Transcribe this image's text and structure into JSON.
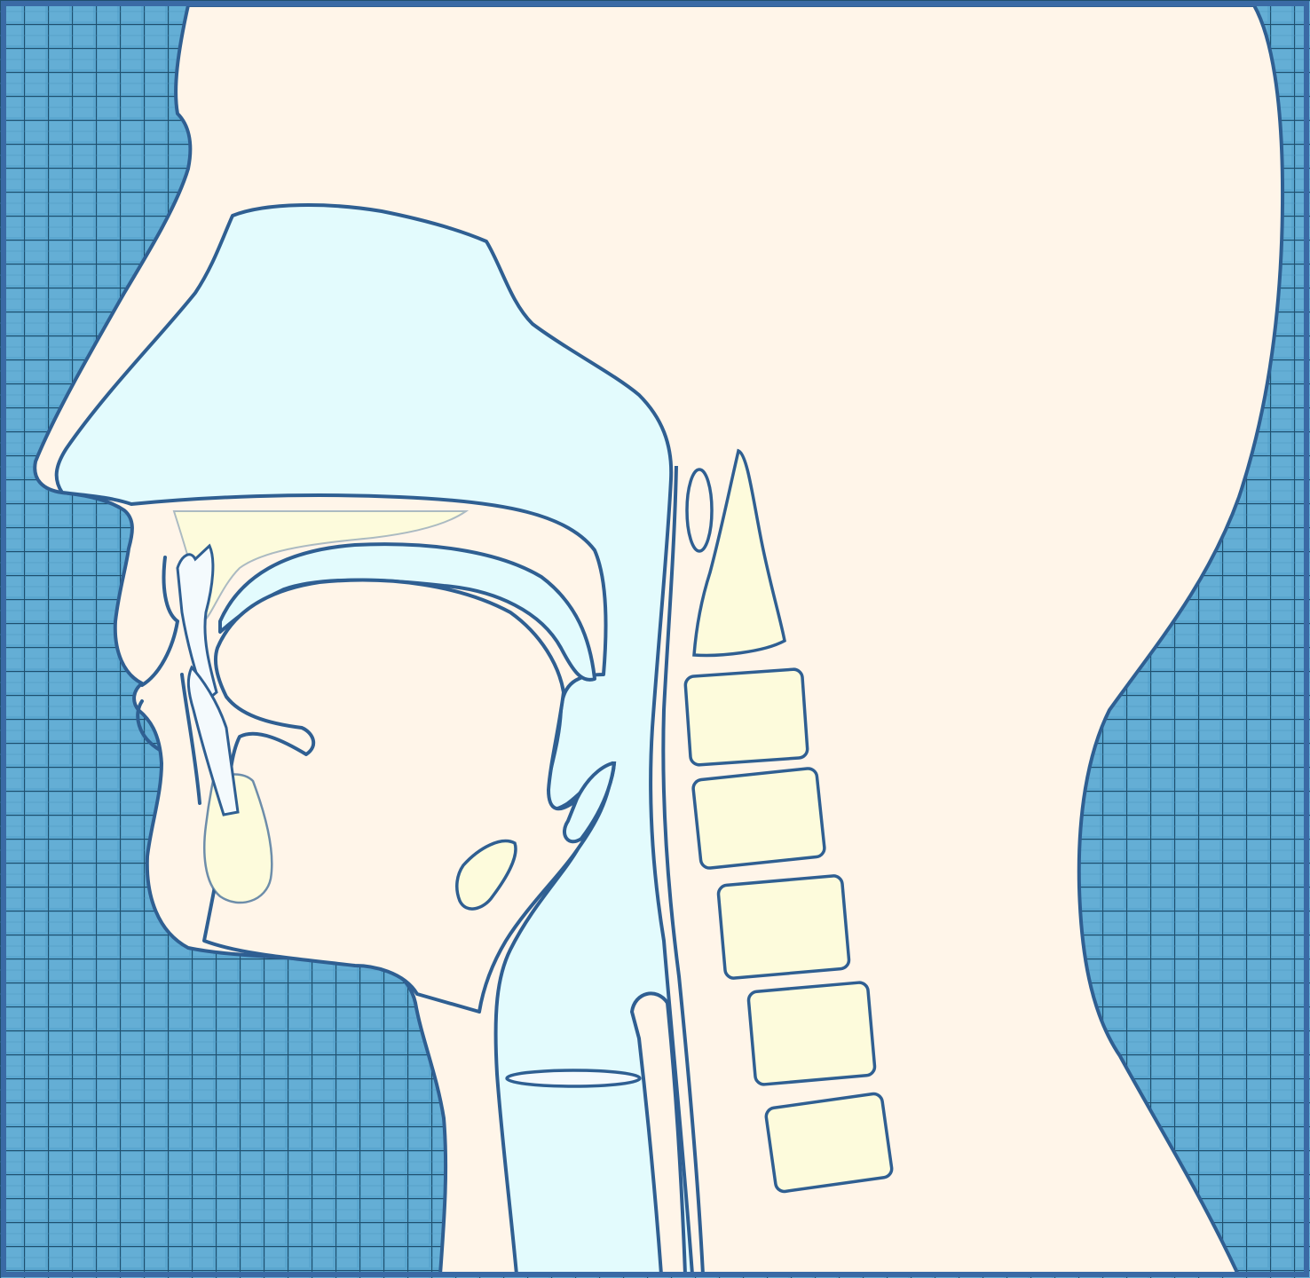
{
  "colors": {
    "background_tile": "#5aa6cf",
    "background_grid_line": "#1f4f6e",
    "frame_border": "#3a6aa5",
    "skin": "#fff5e9",
    "airway": "#e3fbfd",
    "bone": "#fdfbdc",
    "outline": "#2f5f92",
    "ring": "#f4fafd"
  },
  "parts": [
    {
      "id": "head-neck",
      "semantic": "head-and-neck-silhouette"
    },
    {
      "id": "nasal-cavity",
      "semantic": "nasal-cavity"
    },
    {
      "id": "hard-palate",
      "semantic": "hard-palate-bone"
    },
    {
      "id": "soft-palate",
      "semantic": "soft-palate"
    },
    {
      "id": "tongue",
      "semantic": "tongue"
    },
    {
      "id": "pharynx",
      "semantic": "pharynx-airway"
    },
    {
      "id": "epiglottis",
      "semantic": "epiglottis"
    },
    {
      "id": "hyoid",
      "semantic": "hyoid-bone"
    },
    {
      "id": "larynx",
      "semantic": "larynx-airway"
    },
    {
      "id": "esophagus",
      "semantic": "esophagus"
    },
    {
      "id": "vocal-folds",
      "semantic": "vocal-folds"
    },
    {
      "id": "teeth",
      "semantic": "incisor-teeth"
    },
    {
      "id": "jaw",
      "semantic": "mandible-bone"
    },
    {
      "id": "vertebrae",
      "semantic": "cervical-vertebrae",
      "count": 6
    }
  ]
}
